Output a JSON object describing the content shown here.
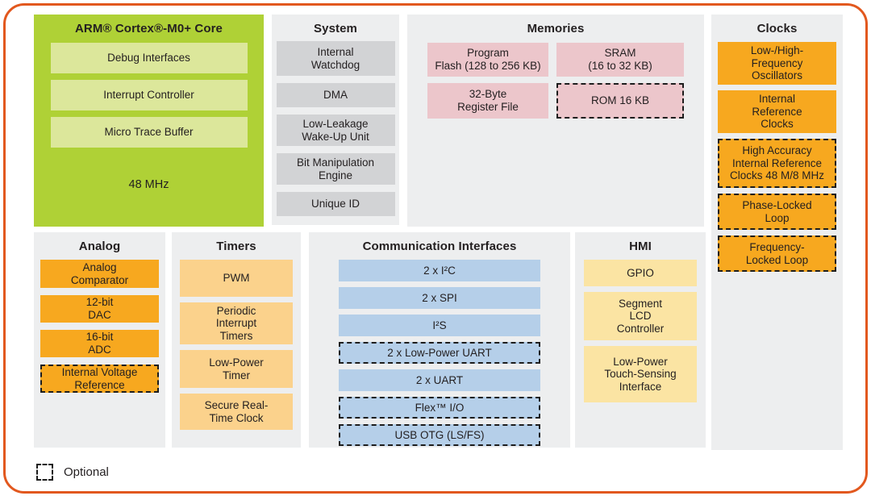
{
  "colors": {
    "frame_border": "#E2581E",
    "panel_background": "#EDEEEF",
    "core_background": "#AFD136",
    "core_block": "#DCE79B",
    "system_block": "#D2D3D5",
    "memory_block": "#ECC6CB",
    "clock_analog_block": "#F7A81F",
    "timer_block": "#FBD28C",
    "comm_block": "#B5CFE9",
    "hmi_block": "#FBE4A3",
    "text": "#231F20"
  },
  "core": {
    "title": "ARM® Cortex®-M0+ Core",
    "blocks": [
      {
        "label": "Debug Interfaces",
        "optional": false
      },
      {
        "label": "Interrupt Controller",
        "optional": false
      },
      {
        "label": "Micro Trace Buffer",
        "optional": false
      }
    ],
    "frequency": "48 MHz"
  },
  "system": {
    "title": "System",
    "blocks": [
      {
        "label": "Internal\nWatchdog",
        "optional": false
      },
      {
        "label": "DMA",
        "optional": false
      },
      {
        "label": "Low-Leakage\nWake-Up Unit",
        "optional": false
      },
      {
        "label": "Bit Manipulation\nEngine",
        "optional": false
      },
      {
        "label": "Unique ID",
        "optional": false
      }
    ]
  },
  "memories": {
    "title": "Memories",
    "blocks": [
      {
        "label": "Program\nFlash (128 to 256 KB)",
        "optional": false
      },
      {
        "label": "SRAM\n(16 to 32 KB)",
        "optional": false
      },
      {
        "label": "32-Byte\nRegister File",
        "optional": false
      },
      {
        "label": "ROM 16 KB",
        "optional": true
      }
    ]
  },
  "clocks": {
    "title": "Clocks",
    "blocks": [
      {
        "label": "Low-/High-\nFrequency\nOscillators",
        "optional": false
      },
      {
        "label": "Internal\nReference\nClocks",
        "optional": false
      },
      {
        "label": "High Accuracy\nInternal Reference\nClocks 48 M/8 MHz",
        "optional": true
      },
      {
        "label": "Phase-Locked\nLoop",
        "optional": true
      },
      {
        "label": "Frequency-\nLocked Loop",
        "optional": true
      }
    ]
  },
  "analog": {
    "title": "Analog",
    "blocks": [
      {
        "label": "Analog\nComparator",
        "optional": false
      },
      {
        "label": "12-bit\nDAC",
        "optional": false
      },
      {
        "label": "16-bit\nADC",
        "optional": false
      },
      {
        "label": "Internal Voltage\nReference",
        "optional": true
      }
    ]
  },
  "timers": {
    "title": "Timers",
    "blocks": [
      {
        "label": "PWM",
        "optional": false
      },
      {
        "label": "Periodic\nInterrupt\nTimers",
        "optional": false
      },
      {
        "label": "Low-Power\nTimer",
        "optional": false
      },
      {
        "label": "Secure Real-\nTime Clock",
        "optional": false
      }
    ]
  },
  "comm": {
    "title": "Communication Interfaces",
    "blocks": [
      {
        "label": "2 x I²C",
        "optional": false
      },
      {
        "label": "2 x SPI",
        "optional": false
      },
      {
        "label": "I²S",
        "optional": false
      },
      {
        "label": "2 x Low-Power UART",
        "optional": true
      },
      {
        "label": "2 x UART",
        "optional": false
      },
      {
        "label": "Flex™ I/O",
        "optional": true
      },
      {
        "label": "USB OTG (LS/FS)",
        "optional": true
      }
    ]
  },
  "hmi": {
    "title": "HMI",
    "blocks": [
      {
        "label": "GPIO",
        "optional": false
      },
      {
        "label": "Segment\nLCD\nController",
        "optional": false
      },
      {
        "label": "Low-Power\nTouch-Sensing\nInterface",
        "optional": false
      }
    ]
  },
  "legend": {
    "label": "Optional"
  }
}
